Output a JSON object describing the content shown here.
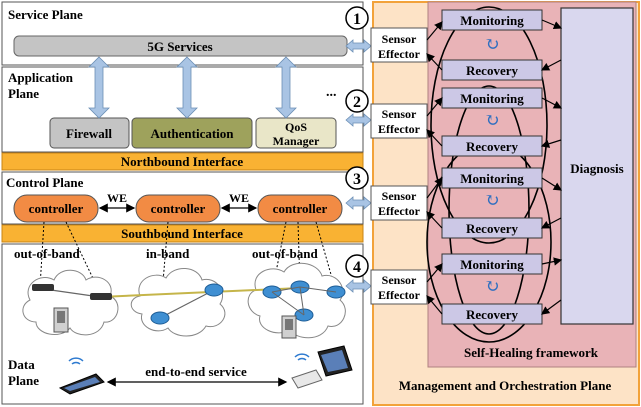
{
  "planes": {
    "service": "Service Plane",
    "application_line1": "Application",
    "application_line2": "Plane",
    "control": "Control Plane",
    "data_line1": "Data",
    "data_line2": "Plane"
  },
  "service_box": "5G Services",
  "apps": {
    "firewall": "Firewall",
    "authentication": "Authentication",
    "qos_line1": "QoS",
    "qos_line2": "Manager",
    "ellipsis": "..."
  },
  "northbound": "Northbound Interface",
  "southbound": "Southbound Interface",
  "controllers": [
    "controller",
    "controller",
    "controller"
  ],
  "we_labels": [
    "WE",
    "WE"
  ],
  "network_labels": {
    "oob_left": "out-of-band",
    "inband": "in-band",
    "oob_right": "out-of-band",
    "e2e": "end-to-end service"
  },
  "steps": [
    "1",
    "2",
    "3",
    "4"
  ],
  "sensor_label": "Sensor",
  "effector_label": "Effector",
  "loops": [
    {
      "monitoring": "Monitoring",
      "recovery": "Recovery"
    },
    {
      "monitoring": "Monitoring",
      "recovery": "Recovery"
    },
    {
      "monitoring": "Monitoring",
      "recovery": "Recovery"
    },
    {
      "monitoring": "Monitoring",
      "recovery": "Recovery"
    }
  ],
  "diagnosis": "Diagnosis",
  "framework": "Self-Healing framework",
  "mano": "Management and Orchestration Plane",
  "colors": {
    "mano_bg": "#fde3c6",
    "mano_border": "#f2a23a",
    "shf_bg": "#e9b3b7",
    "box_fill": "#ccc8e6",
    "diag_fill": "#d9d7ee",
    "interface_bar": "#f9b233",
    "controller": "#f28b44",
    "auth_fill": "#9ea25c",
    "qos_fill": "#e9e6c8",
    "service_fill": "#c4c4c4",
    "arrow_fill": "#a9c4e4"
  }
}
